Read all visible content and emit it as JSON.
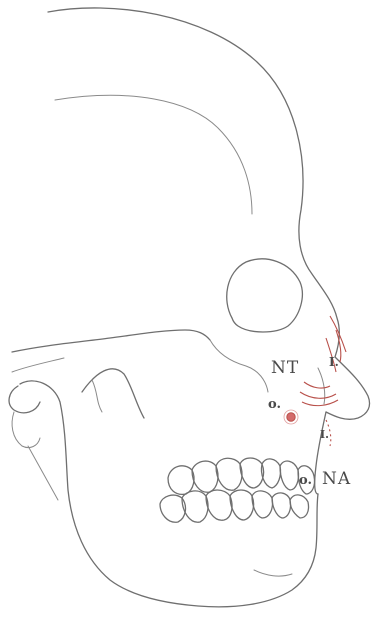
{
  "figure": {
    "accent_color": "#b8504a",
    "labels": {
      "nt": "NT",
      "na": "NA",
      "o_upper": "o.",
      "o_lower": "o.",
      "i_upper": "I.",
      "i_lower": "I."
    }
  }
}
